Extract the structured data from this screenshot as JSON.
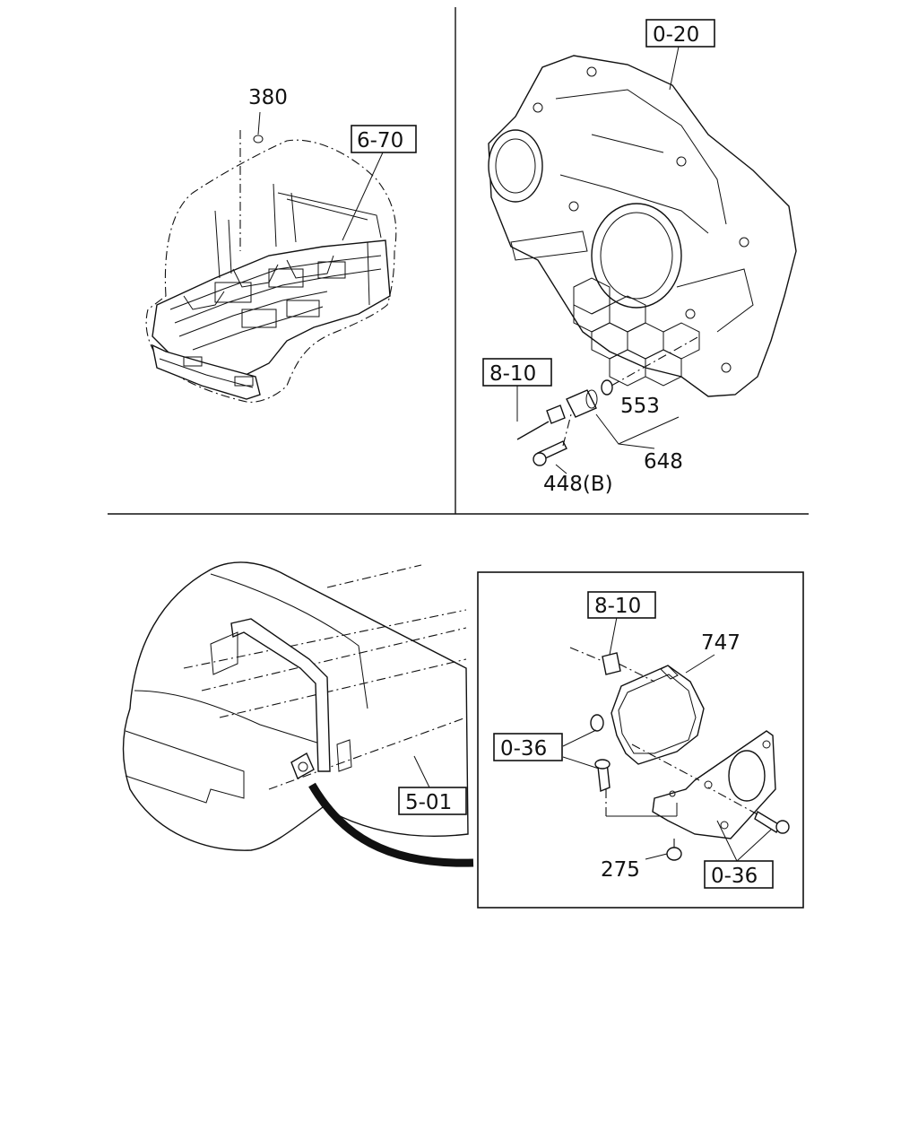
{
  "colors": {
    "ink": "#111111",
    "paper": "#ffffff"
  },
  "panels": {
    "top_left": {
      "callouts": [
        {
          "id": "c380",
          "text": "380"
        }
      ],
      "ref_boxes": [
        {
          "id": "r670",
          "text": "6-70"
        }
      ]
    },
    "top_right": {
      "callouts": [
        {
          "id": "c553",
          "text": "553"
        },
        {
          "id": "c648",
          "text": "648"
        },
        {
          "id": "c448",
          "text": "448(B)"
        }
      ],
      "ref_boxes": [
        {
          "id": "r020",
          "text": "0-20"
        },
        {
          "id": "r810a",
          "text": "8-10"
        }
      ]
    },
    "bottom": {
      "callouts": [
        {
          "id": "c747",
          "text": "747"
        },
        {
          "id": "c275",
          "text": "275"
        }
      ],
      "ref_boxes": [
        {
          "id": "r501",
          "text": "5-01"
        },
        {
          "id": "r810b",
          "text": "8-10"
        },
        {
          "id": "r036a",
          "text": "0-36"
        },
        {
          "id": "r036b",
          "text": "0-36"
        }
      ]
    }
  }
}
